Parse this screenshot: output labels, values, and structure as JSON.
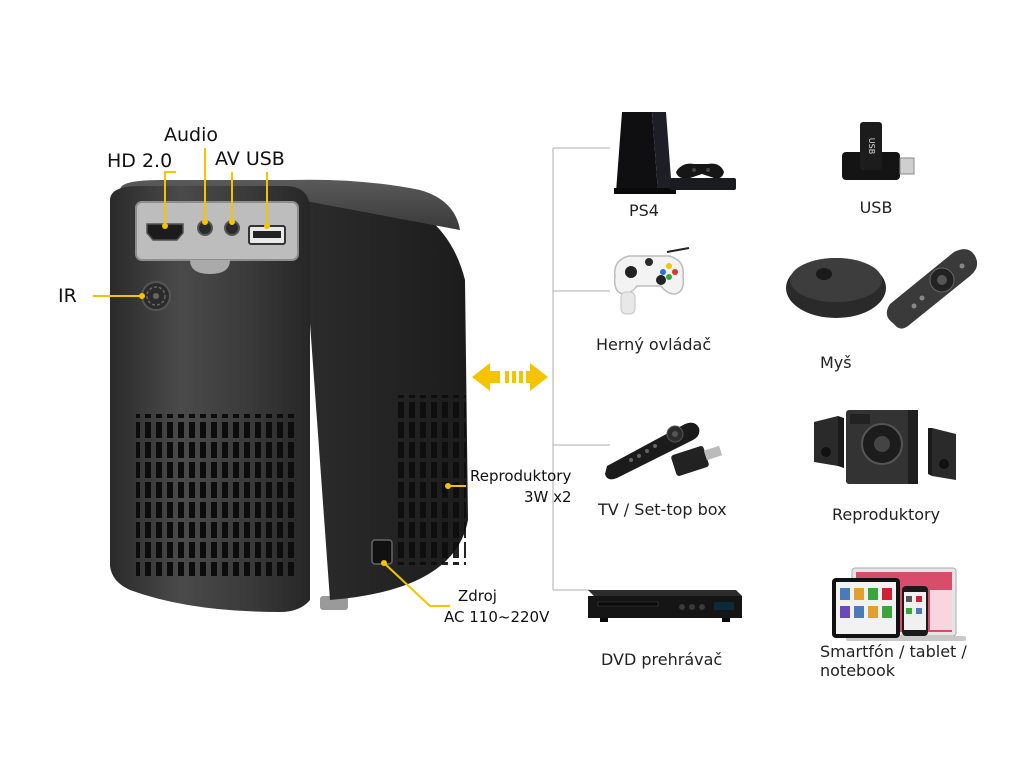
{
  "ports": {
    "hd": "HD 2.0",
    "audio": "Audio",
    "av_usb": "AV USB",
    "ir": "IR",
    "speakers": "Reproduktory",
    "speakers_spec": "3W x2",
    "power": "Zdroj",
    "power_spec": "AC 110~220V"
  },
  "devices": {
    "ps4": "PS4",
    "usb": "USB",
    "gamepad": "Herný ovládač",
    "mouse": "Myš",
    "tv_box": "TV / Set-top box",
    "speakers": "Reproduktory",
    "dvd": "DVD prehrávač",
    "smart_line1": "Smartfón / tablet /",
    "smart_line2": "notebook"
  },
  "colors": {
    "accent": "#f5c400",
    "projector": "#3a3a3a"
  },
  "icons": {
    "ps4": "ps4-console-icon",
    "usb": "usb-flash-drive-icon",
    "gamepad": "game-controller-icon",
    "mouse": "mouse-and-air-remote-icon",
    "tv_box": "tv-stick-icon",
    "speakers": "speaker-set-icon",
    "dvd": "dvd-player-icon",
    "smart": "smart-devices-icon"
  }
}
